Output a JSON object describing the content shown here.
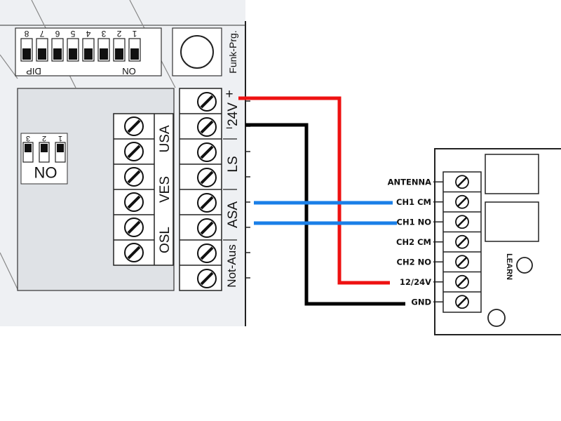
{
  "controller": {
    "dip8": {
      "label": "DIP",
      "on_label": "ON",
      "numbers": [
        "8",
        "7",
        "6",
        "5",
        "4",
        "3",
        "2",
        "1"
      ]
    },
    "button_label": "Funk-Prg.",
    "dip3": {
      "on_label": "ON",
      "numbers": [
        "3",
        "2",
        "1"
      ]
    },
    "inner_labels": [
      "USA",
      "VES",
      "OSL"
    ],
    "outer_labels": [
      "24V",
      "LS",
      "ASA",
      "Not-Aus"
    ],
    "plus_sign": "+",
    "minus_sign": "−"
  },
  "receiver": {
    "terminals": [
      "ANTENNA",
      "CH1 CM",
      "CH1 NO",
      "CH2 CM",
      "CH2 NO",
      "12/24V",
      "GND"
    ],
    "learn_label": "LEARN"
  },
  "wires": {
    "red": "#ee1111",
    "black": "#000000",
    "blue": "#1a7fe8"
  }
}
